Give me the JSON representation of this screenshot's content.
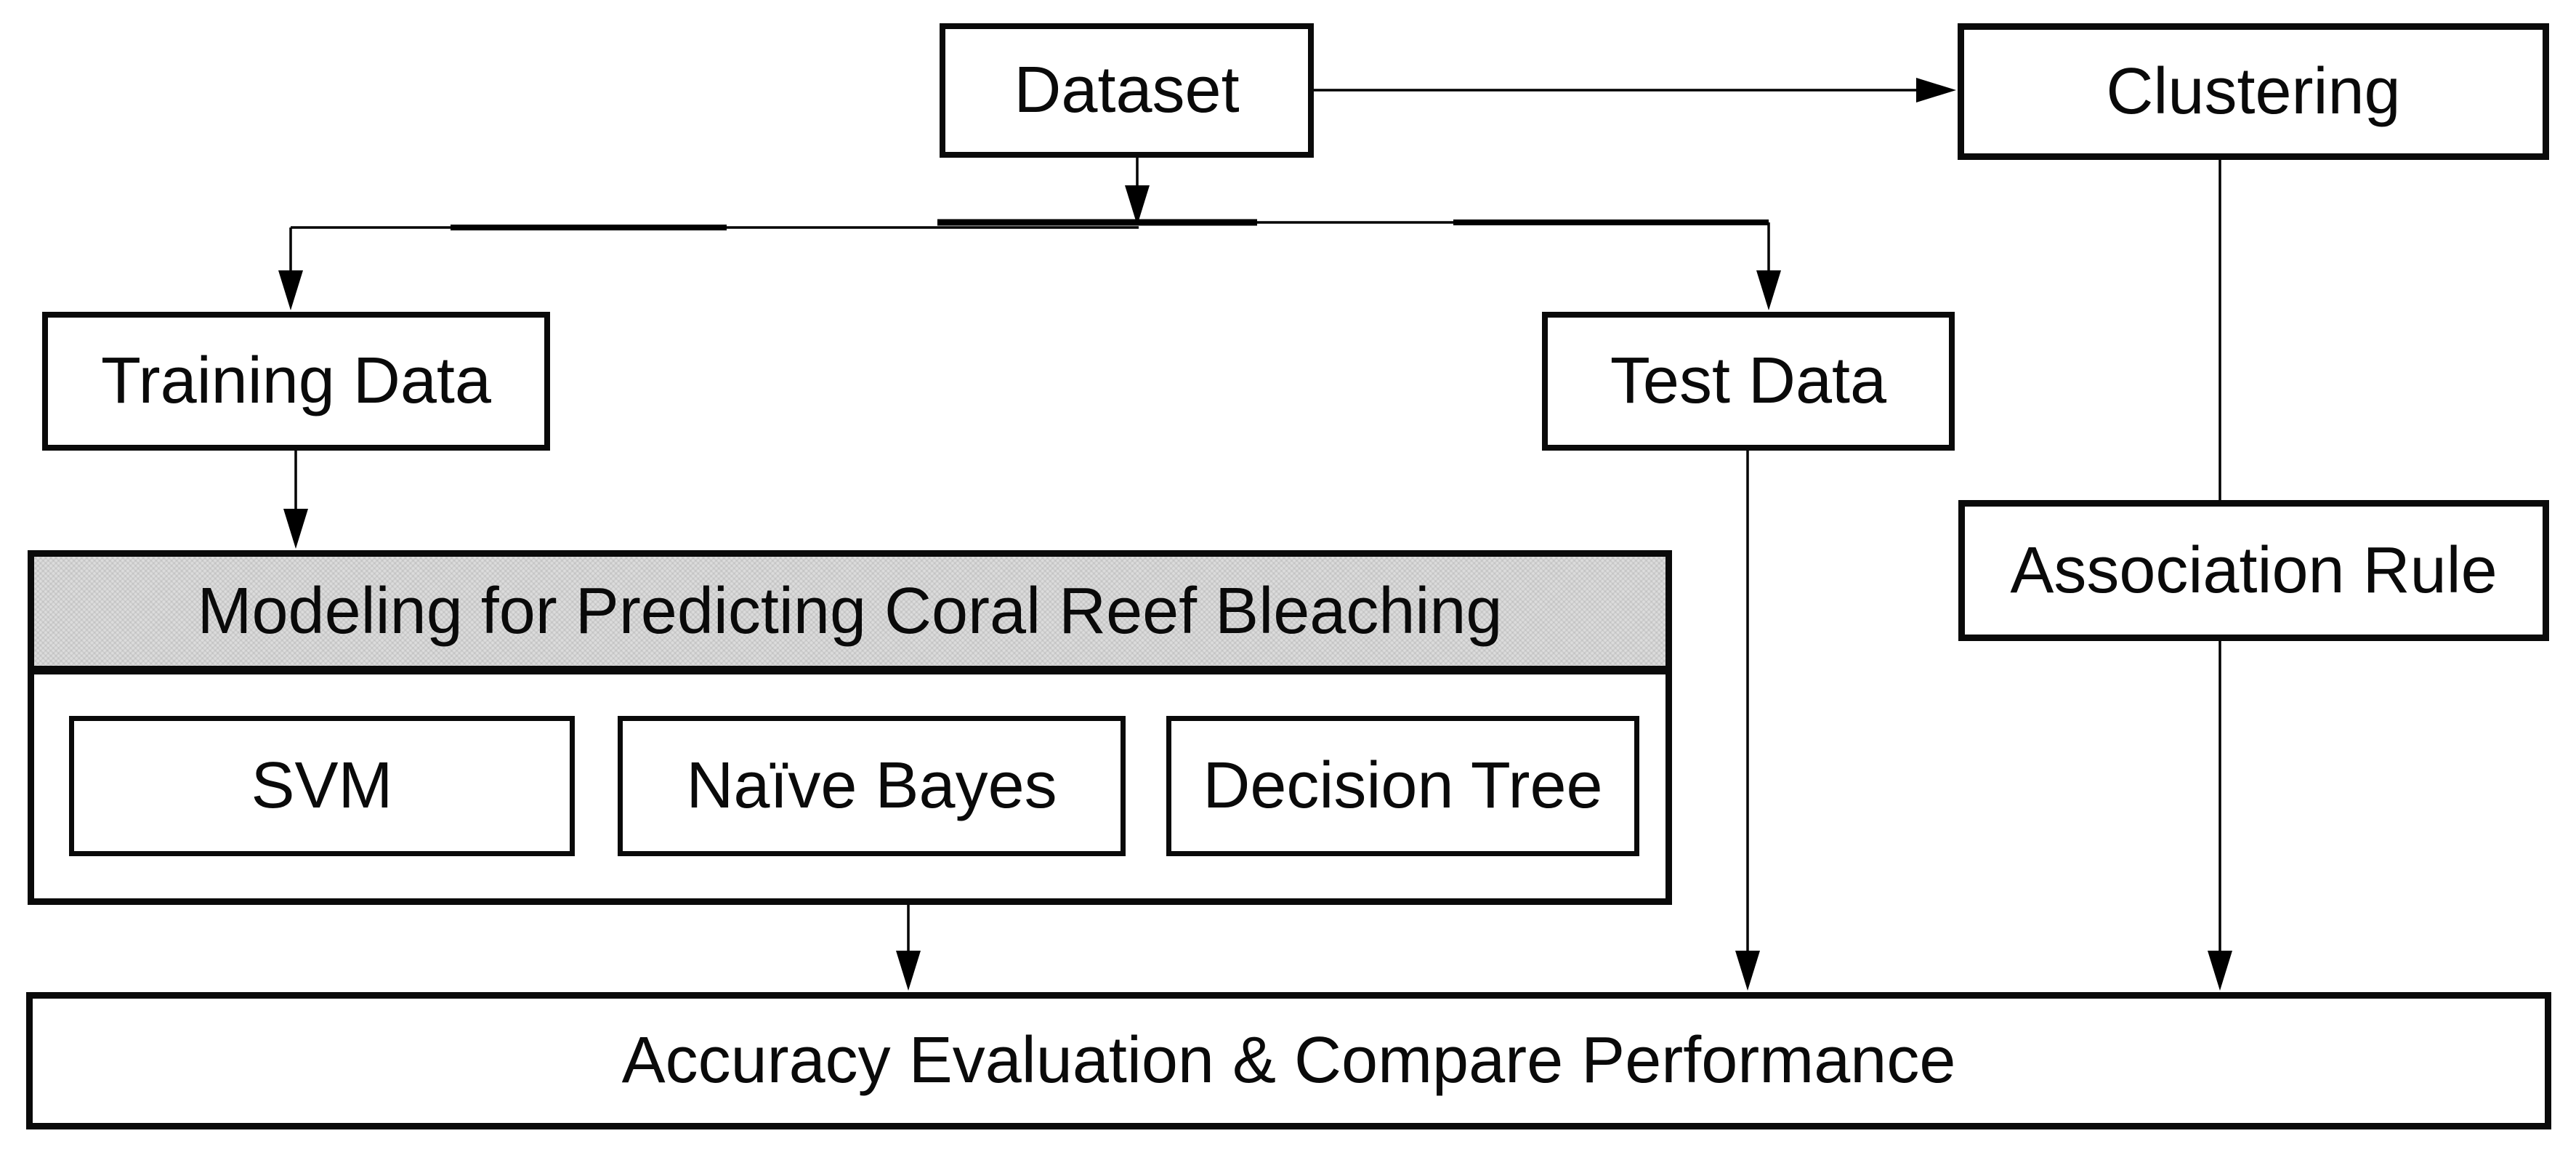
{
  "nodes": {
    "dataset": {
      "label": "Dataset"
    },
    "clustering": {
      "label": "Clustering"
    },
    "training_data": {
      "label": "Training Data"
    },
    "test_data": {
      "label": "Test Data"
    },
    "modeling_header": {
      "label": "Modeling for Predicting Coral Reef Bleaching"
    },
    "svm": {
      "label": "SVM"
    },
    "naive_bayes": {
      "label": "Naïve Bayes"
    },
    "decision_tree": {
      "label": "Decision Tree"
    },
    "association_rule": {
      "label": "Association Rule"
    },
    "accuracy": {
      "label": "Accuracy Evaluation & Compare Performance"
    }
  },
  "edges": [
    {
      "from": "dataset",
      "to": "clustering",
      "arrow": true
    },
    {
      "from": "dataset",
      "to": "training_data",
      "arrow": true
    },
    {
      "from": "dataset",
      "to": "test_data",
      "arrow": true
    },
    {
      "from": "training_data",
      "to": "modeling",
      "arrow": true
    },
    {
      "from": "modeling",
      "to": "accuracy",
      "arrow": true
    },
    {
      "from": "test_data",
      "to": "accuracy",
      "arrow": true
    },
    {
      "from": "clustering",
      "to": "association_rule",
      "arrow": false
    },
    {
      "from": "association_rule",
      "to": "accuracy",
      "arrow": true
    }
  ],
  "colors": {
    "line": "#000000",
    "box_border": "#0a0a0a",
    "header_fill": "#dcdcdc",
    "background": "#ffffff"
  }
}
